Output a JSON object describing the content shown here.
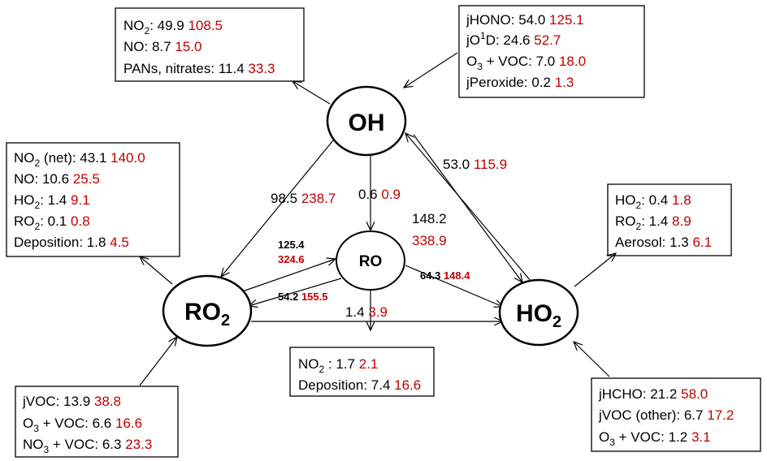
{
  "colors": {
    "black_value": "#000000",
    "red_value": "#c00000"
  },
  "nodes": {
    "oh": "OH",
    "ro": "RO",
    "ro2": {
      "main": "RO",
      "sub": "2"
    },
    "ho2": {
      "main": "HO",
      "sub": "2"
    }
  },
  "boxes": {
    "oh_loss": [
      {
        "pre": "NO",
        "sub": "2",
        "post": ": 49.9",
        "red": "108.5"
      },
      {
        "pre": "NO: 8.7",
        "red": "15.0"
      },
      {
        "pre": "PANs, nitrates: 11.4",
        "red": "33.3"
      }
    ],
    "oh_source": [
      {
        "pre": "jHONO: 54.0",
        "red": "125.1"
      },
      {
        "pre": "jO",
        "sup": "1",
        "post": "D: 24.6",
        "red": "52.7"
      },
      {
        "pre": "O",
        "sub": "3",
        "post": " + VOC: 7.0",
        "red": "18.0"
      },
      {
        "pre": "jPeroxide: 0.2",
        "red": "1.3"
      }
    ],
    "ro2_loss": [
      {
        "pre": "NO",
        "sub": "2",
        "post": " (net): 43.1",
        "red": "140.0"
      },
      {
        "pre": "NO: 10.6",
        "red": "25.5"
      },
      {
        "pre": "HO",
        "sub": "2",
        "post": ": 1.4",
        "red": "9.1"
      },
      {
        "pre": "RO",
        "sub": "2",
        "post": ": 0.1",
        "red": "0.8"
      },
      {
        "pre": "Deposition: 1.8",
        "red": "4.5"
      }
    ],
    "ho2_loss": [
      {
        "pre": "HO",
        "sub": "2",
        "post": ": 0.4",
        "red": "1.8"
      },
      {
        "pre": "RO",
        "sub": "2",
        "post": ": 1.4",
        "red": "8.9"
      },
      {
        "pre": "Aerosol: 1.3",
        "red": "6.1"
      }
    ],
    "ro_loss": [
      {
        "pre": "NO",
        "sub": "2",
        "post": " : 1.7",
        "red": "2.1"
      },
      {
        "pre": "Deposition: 7.4",
        "red": "16.6"
      }
    ],
    "ro2_source": [
      {
        "pre": "jVOC: 13.9",
        "red": "38.8"
      },
      {
        "pre": "O",
        "sub": "3",
        "post": " + VOC: 6.6",
        "red": "16.6"
      },
      {
        "pre": "NO",
        "sub": "3",
        "post": " + VOC: 6.3",
        "red": "23.3"
      }
    ],
    "ho2_source": [
      {
        "pre": "jHCHO: 21.2",
        "red": "58.0"
      },
      {
        "pre": "jVOC (other): 6.7",
        "red": "17.2"
      },
      {
        "pre": "O",
        "sub": "3",
        "post": " + VOC: 1.2",
        "red": "3.1"
      }
    ]
  },
  "flows": {
    "oh_to_ro2": {
      "black": "98.5",
      "red": "238.7"
    },
    "oh_to_ro": {
      "black": "0.6",
      "red": "0.9"
    },
    "ho2_to_oh": {
      "black": "53.0",
      "red": "115.9"
    },
    "oh_to_ho2": {
      "black": "148.2",
      "red": "338.9"
    },
    "ro2_to_ro": {
      "black": "125.4",
      "red": "324.6"
    },
    "ro_to_ro2": {
      "black": "54.2",
      "red": "155.5"
    },
    "ro_to_ho2": {
      "black": "64.3",
      "red": "148.4"
    },
    "ro2_to_ho2": {
      "black": "1.4",
      "red": "3.9"
    }
  }
}
